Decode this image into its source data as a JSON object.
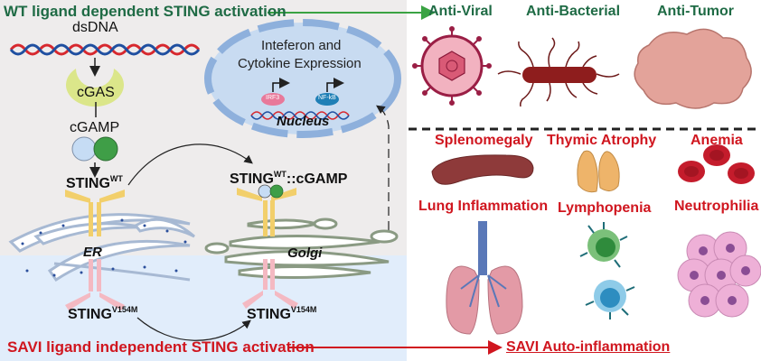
{
  "title_wt": "WT ligand dependent STING activation",
  "title_savi": "SAVI ligand independent STING activation",
  "pathway": {
    "dsdna": "dsDNA",
    "cgas": "cGAS",
    "cgamp": "cGAMP",
    "sting_wt": {
      "base": "STING",
      "sup": "WT"
    },
    "sting_wt_cgamp": {
      "base": "STING",
      "sup": "WT",
      "suffix": "::cGAMP"
    },
    "sting_mut_left": {
      "base": "STING",
      "sup": "V154M"
    },
    "sting_mut_right": {
      "base": "STING",
      "sup": "V154M"
    },
    "er": "ER",
    "golgi": "Golgi",
    "nucleus": {
      "line1": "Inteferon and",
      "line2": "Cytokine Expression",
      "irf3": "IRF3",
      "nfkb": "NF-kB",
      "label": "Nucleus"
    }
  },
  "wt_outcomes": [
    "Anti-Viral",
    "Anti-Bacterial",
    "Anti-Tumor"
  ],
  "savi_outcomes": {
    "row1": [
      "Splenomegaly",
      "Thymic Atrophy",
      "Anemia"
    ],
    "row2": [
      "Lung Inflammation",
      "Lymphopenia",
      "Neutrophilia"
    ],
    "summary": "SAVI Auto-inflammation"
  },
  "colors": {
    "wt_green": "#1f6b45",
    "arrow_green": "#3aa343",
    "savi_red": "#d0161f",
    "top_panel": "#eeecec",
    "bottom_panel": "#e1edfb",
    "sting_wt": "#f2cf6b",
    "sting_mut": "#f4b9c2"
  }
}
